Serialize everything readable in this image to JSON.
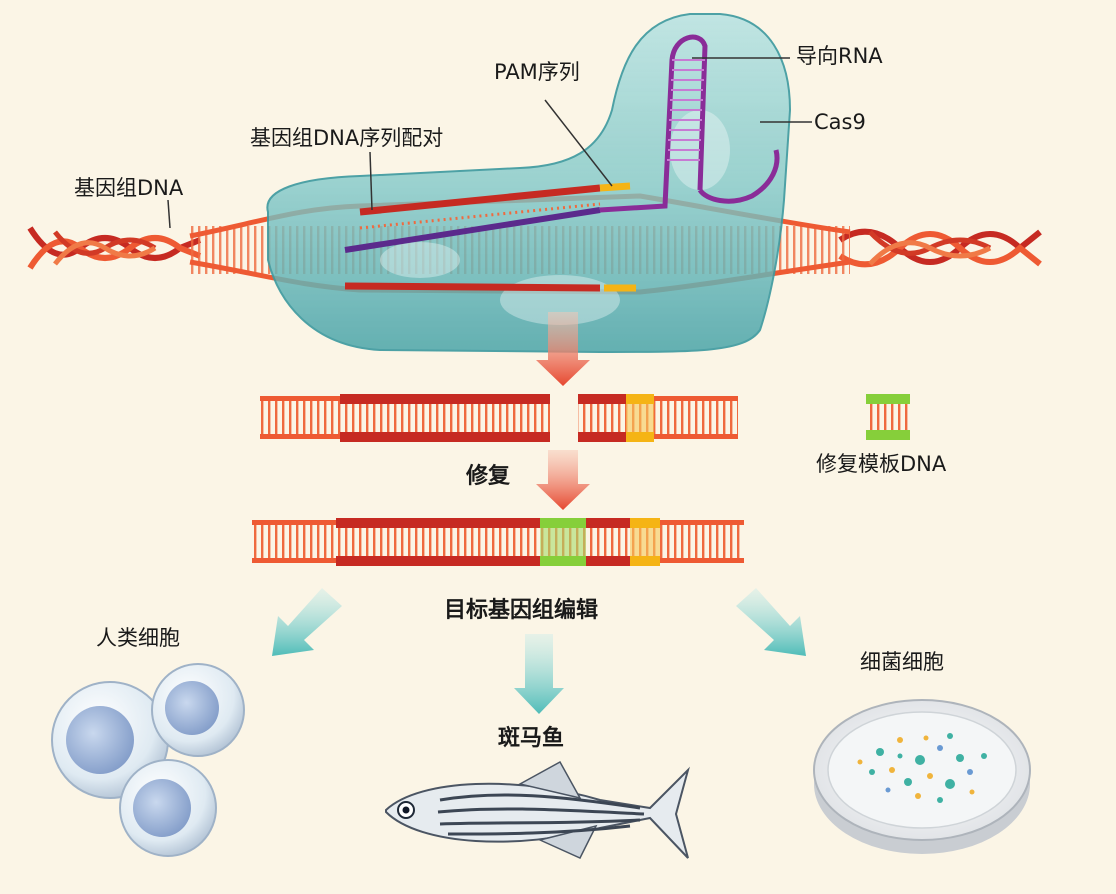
{
  "labels": {
    "genomic_dna": "基因组DNA",
    "genomic_pairing": "基因组DNA序列配对",
    "pam": "PAM序列",
    "guide_rna": "导向RNA",
    "cas9": "Cas9",
    "repair": "修复",
    "repair_template": "修复模板DNA",
    "target_editing": "目标基因组编辑",
    "human_cells": "人类细胞",
    "zebrafish": "斑马鱼",
    "bacteria": "细菌细胞"
  },
  "colors": {
    "background": "#fbf5e6",
    "dna_red": "#c62a22",
    "dna_orange": "#ee5a33",
    "pam_yellow": "#f5b415",
    "template_green": "#86cf3a",
    "guide_purple": "#7c2a93",
    "cas9_teal": "#7cc3c5",
    "arrow_red": "#e8553a",
    "arrow_teal": "#5fc3c0"
  }
}
